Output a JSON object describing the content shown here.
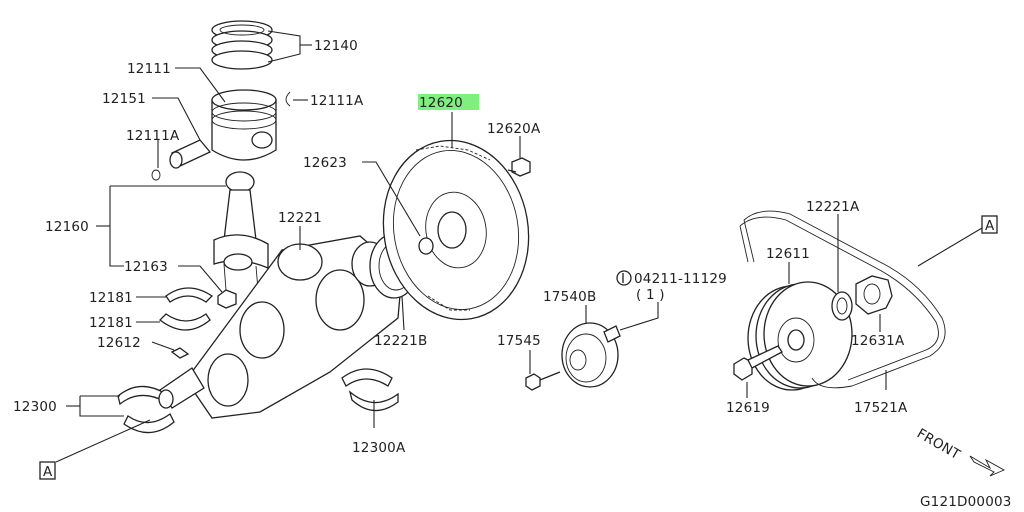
{
  "diagram_code": "G121D00003",
  "front_label": "FRONT",
  "highlighted_part": "12620",
  "ref_marker": "A",
  "parts": {
    "p12140": "12140",
    "p12111": "12111",
    "p12111A_top": "12111A",
    "p12151": "12151",
    "p12111A_pin": "12111A",
    "p12160": "12160",
    "p12163": "12163",
    "p12181a": "12181",
    "p12181b": "12181",
    "p12612": "12612",
    "p12300": "12300",
    "p12221": "12221",
    "p12221B": "12221B",
    "p12300A": "12300A",
    "p12623": "12623",
    "p12620": "12620",
    "p12620A": "12620A",
    "p04211": "04211-11129",
    "p04211_qty": "( 1 )",
    "p17540B": "17540B",
    "p17545": "17545",
    "p12221A": "12221A",
    "p12611": "12611",
    "p12631A": "12631A",
    "p12619": "12619",
    "p17521A": "17521A"
  },
  "colors": {
    "highlight": "#7ff07f",
    "ink": "#222222"
  }
}
